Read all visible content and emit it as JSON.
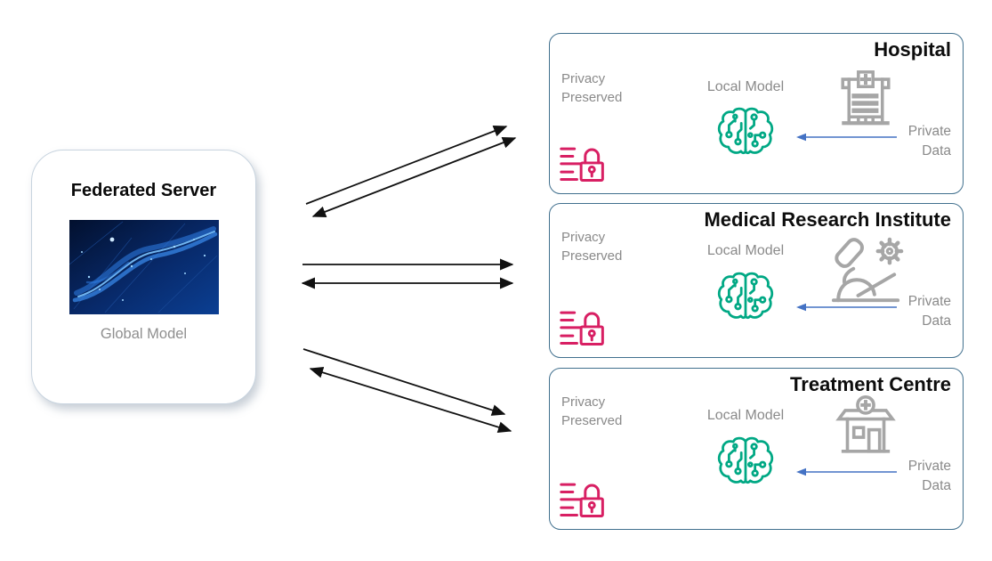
{
  "diagram": {
    "server": {
      "title": "Federated Server",
      "caption": "Global Model",
      "image_icon": "neural-network-photo"
    },
    "labels": {
      "privacy": "Privacy\nPreserved",
      "local_model": "Local Model",
      "private_data": "Private\nData"
    },
    "clients": [
      {
        "title": "Hospital",
        "icon": "hospital-building"
      },
      {
        "title": "Medical Research Institute",
        "icon": "microscope-gear"
      },
      {
        "title": "Treatment Centre",
        "icon": "clinic-building"
      }
    ],
    "icons": {
      "privacy": "redacted-lines-padlock",
      "local_model": "circuit-brain",
      "private_data_flow": "left-arrow"
    },
    "colors": {
      "privacy_lock": "#D81F63",
      "local_model_brain": "#00A884",
      "org_icon_gray": "#A6A6A6",
      "client_box_border": "#41708E",
      "data_arrow_blue": "#4472C4",
      "exchange_arrow": "#111111",
      "muted_text": "#8A8A8A"
    }
  }
}
